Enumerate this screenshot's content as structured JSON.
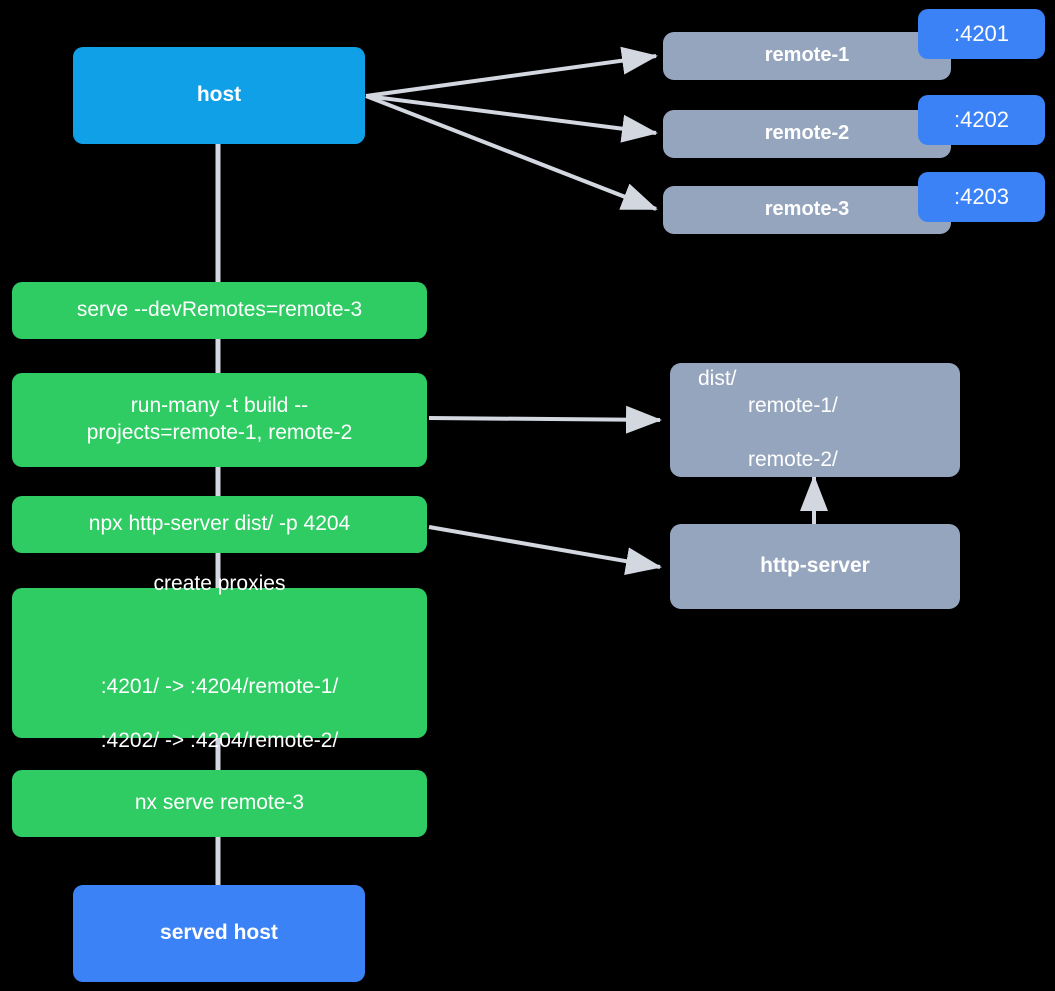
{
  "diagram": {
    "title": "Nx host and remotes serving flow",
    "background_color": "#000000",
    "edge_color": "#D3D7E0",
    "nodes": {
      "host": {
        "label": "host",
        "color": "#0FA0E8"
      },
      "served_host": {
        "label": "served host",
        "color": "#3B82F6"
      },
      "remotes": [
        {
          "label": "remote-1",
          "port": ":4201",
          "color": "#96A5BE",
          "port_color": "#3B82F6"
        },
        {
          "label": "remote-2",
          "port": ":4202",
          "color": "#96A5BE",
          "port_color": "#3B82F6"
        },
        {
          "label": "remote-3",
          "port": ":4203",
          "color": "#96A5BE",
          "port_color": "#3B82F6"
        }
      ],
      "commands": [
        {
          "label": "serve --devRemotes=remote-3",
          "color": "#2ECC63"
        },
        {
          "label": "run-many -t build --\nprojects=remote-1, remote-2",
          "color": "#2ECC63"
        },
        {
          "label": "npx http-server dist/ -p 4204",
          "color": "#2ECC63"
        },
        {
          "label": "create proxies",
          "detail_line_1": ":4201/ -> :4204/remote-1/",
          "detail_line_2": ":4202/ -> :4204/remote-2/",
          "color": "#2ECC63"
        },
        {
          "label": "nx serve remote-3",
          "color": "#2ECC63"
        }
      ],
      "dist": {
        "root": "dist/",
        "child_1": "remote-1/",
        "child_2": "remote-2/",
        "color": "#96A5BE"
      },
      "http_server": {
        "label": "http-server",
        "color": "#96A5BE"
      }
    },
    "edges": [
      {
        "from": "host",
        "to": "remote-1",
        "style": "arrow"
      },
      {
        "from": "host",
        "to": "remote-2",
        "style": "arrow"
      },
      {
        "from": "host",
        "to": "remote-3",
        "style": "arrow"
      },
      {
        "from": "host",
        "to": "serve-command",
        "style": "line"
      },
      {
        "from": "serve-command",
        "to": "run-many-command",
        "style": "line"
      },
      {
        "from": "run-many-command",
        "to": "dist",
        "style": "arrow"
      },
      {
        "from": "run-many-command",
        "to": "npx-http-server-command",
        "style": "line"
      },
      {
        "from": "npx-http-server-command",
        "to": "http-server",
        "style": "arrow"
      },
      {
        "from": "http-server",
        "to": "dist",
        "style": "arrow"
      },
      {
        "from": "npx-http-server-command",
        "to": "create-proxies-command",
        "style": "line"
      },
      {
        "from": "create-proxies-command",
        "to": "nx-serve-remote-3-command",
        "style": "line"
      },
      {
        "from": "nx-serve-remote-3-command",
        "to": "served-host",
        "style": "line"
      }
    ]
  }
}
